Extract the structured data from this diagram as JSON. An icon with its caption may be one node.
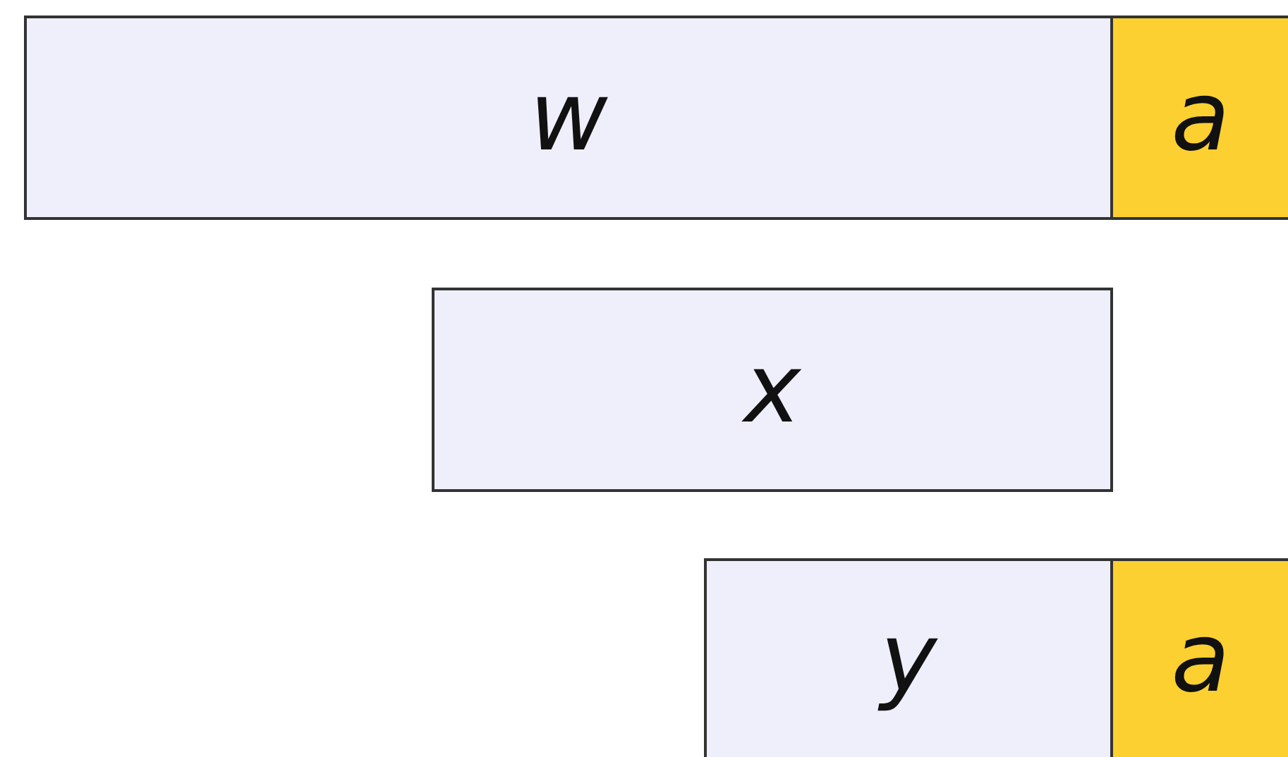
{
  "diagram": {
    "nodes": [
      {
        "text": [
          "w"
        ]
      },
      {
        "text": [
          "a"
        ]
      },
      {
        "text": [
          "x"
        ]
      },
      {
        "text": [
          "y"
        ]
      },
      {
        "text": [
          "a"
        ]
      }
    ]
  }
}
